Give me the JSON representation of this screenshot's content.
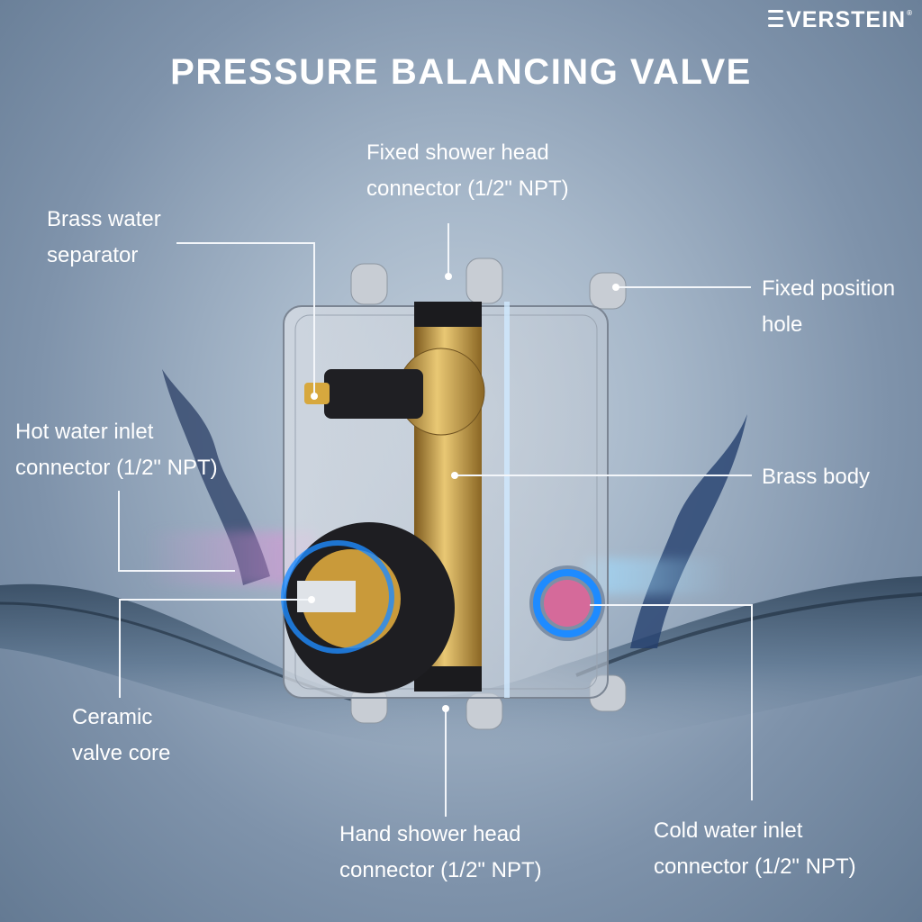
{
  "brand": {
    "name": "VERSTEIN",
    "mark": "wave-E-logo",
    "registered": "®"
  },
  "title": "PRESSURE BALANCING VALVE",
  "colors": {
    "background_top": "#647a93",
    "background_center": "#c4d0dc",
    "text": "#ffffff",
    "brass": "#c9a24a",
    "cold_ring": "#1e8bff",
    "hot_glow": "#e48cd8"
  },
  "callouts": [
    {
      "id": "fixed-shower-head",
      "text": "Fixed shower head\nconnector (1/2\" NPT)"
    },
    {
      "id": "brass-water-separator",
      "text": "Brass water\nseparator"
    },
    {
      "id": "fixed-position-hole",
      "text": "Fixed position\nhole"
    },
    {
      "id": "hot-water-inlet",
      "text": "Hot water inlet\nconnector (1/2\" NPT)"
    },
    {
      "id": "brass-body",
      "text": "Brass body"
    },
    {
      "id": "ceramic-valve-core",
      "text": "Ceramic\nvalve core"
    },
    {
      "id": "hand-shower-head",
      "text": "Hand shower head\nconnector (1/2\" NPT)"
    },
    {
      "id": "cold-water-inlet",
      "text": "Cold water inlet\nconnector (1/2\" NPT)"
    }
  ]
}
